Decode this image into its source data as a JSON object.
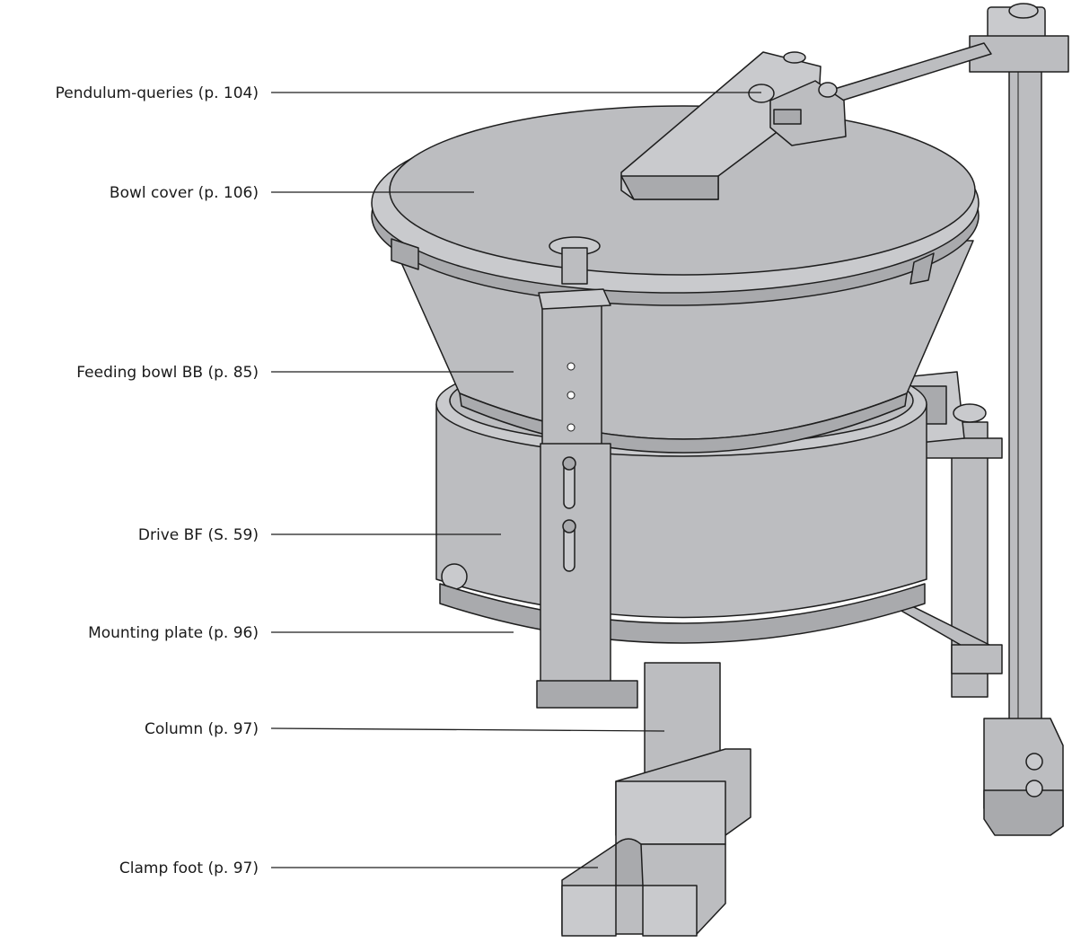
{
  "callouts": [
    {
      "id": "pendulum",
      "text": "Pendulum-queries (p. 104)"
    },
    {
      "id": "cover",
      "text": "Bowl cover (p. 106)"
    },
    {
      "id": "bowl",
      "text": "Feeding bowl BB (p. 85)"
    },
    {
      "id": "drive",
      "text": "Drive BF (S. 59)"
    },
    {
      "id": "plate",
      "text": "Mounting plate (p. 96)"
    },
    {
      "id": "column",
      "text": "Column (p. 97)"
    },
    {
      "id": "foot",
      "text": "Clamp foot (p. 97)"
    }
  ],
  "colors": {
    "metal": "#bcbdc0",
    "metal_light": "#c9cacd",
    "metal_dark": "#a9aaad",
    "outline": "#1e1e1e"
  }
}
